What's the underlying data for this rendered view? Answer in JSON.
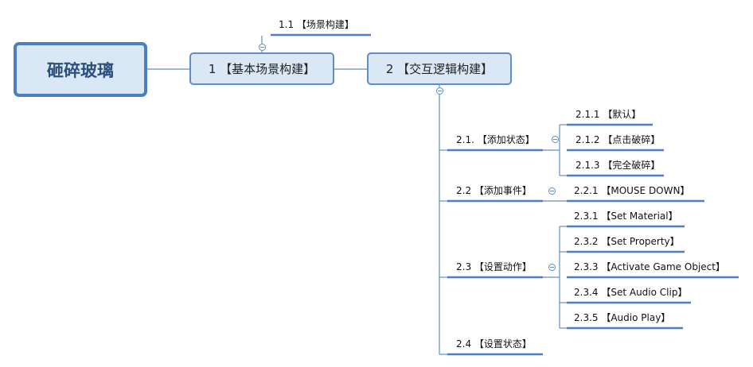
{
  "root": {
    "label": "砸碎玻璃"
  },
  "node1": {
    "label": "1 【基本场景构建】",
    "children": [
      {
        "label": "1.1 【场景构建】"
      }
    ]
  },
  "node2": {
    "label": "2 【交互逻辑构建】",
    "children": [
      {
        "label": "2.1. 【添加状态】",
        "children": [
          {
            "label": "2.1.1 【默认】"
          },
          {
            "label": "2.1.2 【点击破碎】"
          },
          {
            "label": "2.1.3 【完全破碎】"
          }
        ]
      },
      {
        "label": "2.2 【添加事件】",
        "children": [
          {
            "label": "2.2.1 【MOUSE DOWN】"
          }
        ]
      },
      {
        "label": "2.3 【设置动作】",
        "children": [
          {
            "label": "2.3.1 【Set Material】"
          },
          {
            "label": "2.3.2 【Set Property】"
          },
          {
            "label": "2.3.3 【Activate Game Object】"
          },
          {
            "label": "2.3.4 【Set Audio Clip】"
          },
          {
            "label": "2.3.5 【Audio Play】"
          }
        ]
      },
      {
        "label": "2.4 【设置状态】"
      }
    ]
  },
  "colors": {
    "line": "#5f8ec6",
    "underline": "#4a7fc1",
    "node_fill": "#dae7f5"
  }
}
